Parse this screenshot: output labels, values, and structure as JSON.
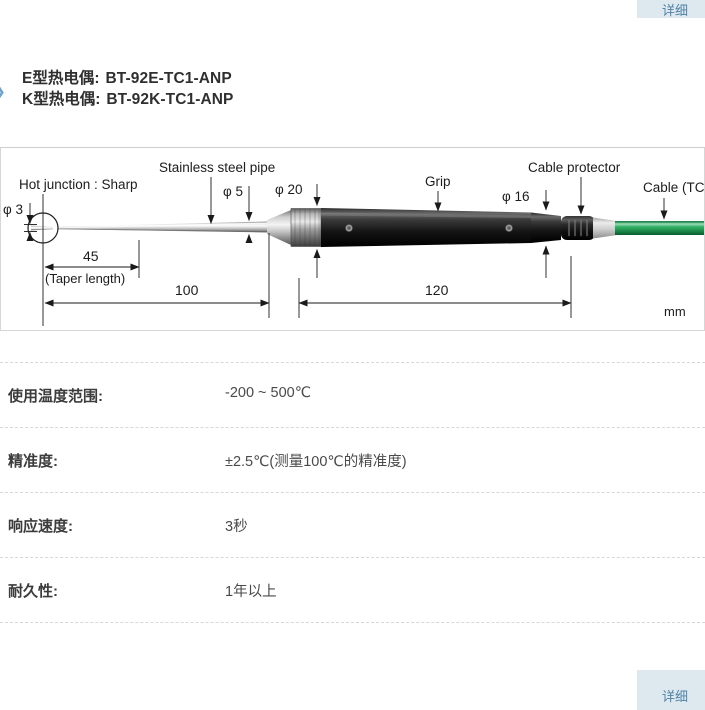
{
  "corner_panels": {
    "top_label": "详细",
    "bottom_label": "详细",
    "background": "#dde8ef",
    "text_color": "#4f83a8"
  },
  "models": {
    "bullet_icon": "chevron-right-icon",
    "bullet_glyph": "❯",
    "lines": [
      {
        "type": "E型热电偶:",
        "code": "BT-92E-TC1-ANP"
      },
      {
        "type": "K型热电偶:",
        "code": "BT-92K-TC1-ANP"
      }
    ]
  },
  "diagram": {
    "unit_label": "mm",
    "callouts": {
      "hot_junction": "Hot junction : Sharp",
      "stainless_pipe": "Stainless steel pipe",
      "grip": "Grip",
      "cable_protector": "Cable protector",
      "cable": "Cable (TC)"
    },
    "diameters": {
      "tip": "φ 3",
      "pipe": "φ 5",
      "cone": "φ 20",
      "grip": "φ 16"
    },
    "dimensions": {
      "taper": "45",
      "taper_note": "(Taper length)",
      "probe": "100",
      "body": "120"
    },
    "colors": {
      "cable": "#2aa05a",
      "grip_body": "#1b1b1b",
      "steel": "#c9c9c9",
      "collar": "#d8d8d8"
    }
  },
  "specs": {
    "rows": [
      {
        "label": "使用温度范围:",
        "value": "-200 ~ 500℃"
      },
      {
        "label": "精准度:",
        "value": "±2.5℃(测量100℃的精准度)"
      },
      {
        "label": "响应速度:",
        "value": "3秒"
      },
      {
        "label": "耐久性:",
        "value": "1年以上"
      }
    ]
  }
}
